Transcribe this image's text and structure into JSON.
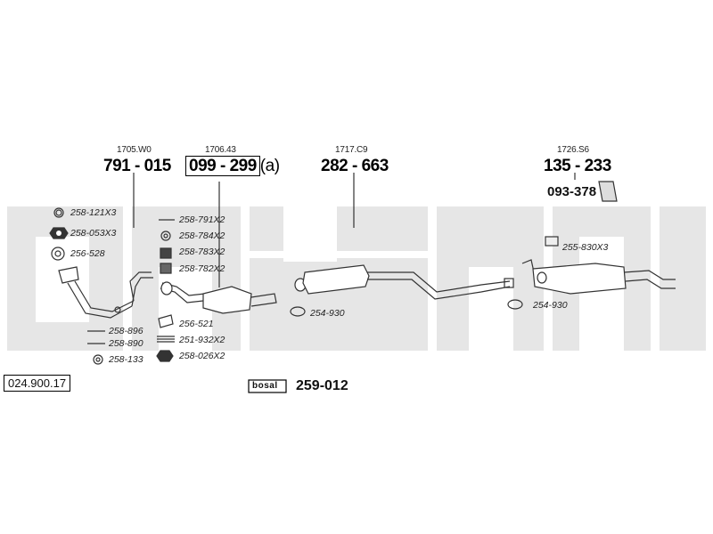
{
  "document_number": "024.900.17",
  "groups": [
    {
      "id": "front-pipe",
      "code": "1705.W0",
      "part_number": "791 - 015"
    },
    {
      "id": "catalyst",
      "code": "1706.43",
      "part_number": "099 - 299",
      "suffix": "(a)"
    },
    {
      "id": "middle-silencer",
      "code": "1717.C9",
      "part_number": "282 - 663"
    },
    {
      "id": "rear-silencer",
      "code": "1726.S6",
      "part_number": "135 - 233",
      "extra_part": "093-378"
    }
  ],
  "front_pipe_parts": [
    "258-121X3",
    "258-053X3",
    "256-528"
  ],
  "front_pipe_lower_parts": [
    "258-896",
    "258-890",
    "258-133"
  ],
  "catalyst_parts": [
    "258-791X2",
    "258-784X2",
    "258-783X2",
    "258-782X2"
  ],
  "catalyst_lower_parts": [
    "256-521",
    "251-932X2",
    "258-026X2"
  ],
  "middle_clamp": "254-930",
  "rear_hanger": "255-830X3",
  "rear_clamp": "254-930",
  "assembly_kit": {
    "logo_text": "bosal",
    "number": "259-012"
  },
  "colors": {
    "logo_gray": "#e3e3e3",
    "line": "#333333"
  }
}
